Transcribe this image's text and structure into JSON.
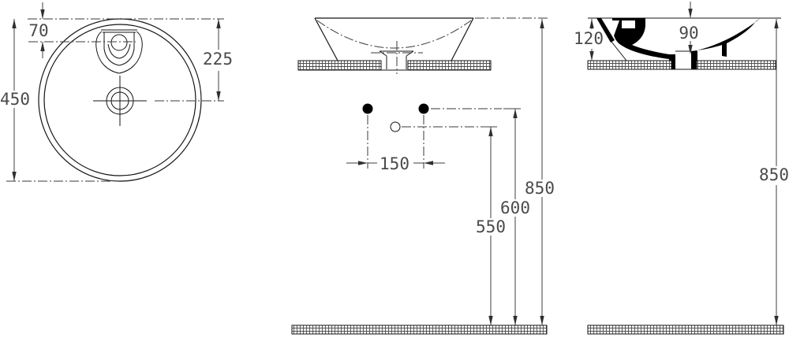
{
  "drawing": {
    "views": {
      "top": {
        "diameter": "450",
        "tap_offset": "70",
        "drain_center_offset": "225"
      },
      "front": {
        "tap_hole_spacing": "150",
        "drain_height": "550",
        "tap_height": "600",
        "rim_height": "850"
      },
      "side": {
        "bowl_height": "120",
        "tap_deck_depth": "90",
        "rim_height": "850"
      }
    },
    "colors": {
      "object_line": "#141414",
      "dimension_line": "#3f3f3f",
      "dimension_text": "#4a4a4a",
      "section_fill": "#000000",
      "background": "#ffffff"
    }
  }
}
